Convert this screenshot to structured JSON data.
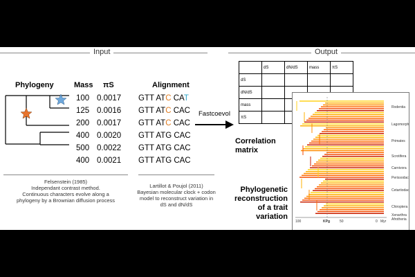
{
  "sections": {
    "input": "Input",
    "output": "Output"
  },
  "phylogeny_label": "Phylogeny",
  "table": {
    "headers": [
      "Mass",
      "πS",
      "Alignment"
    ],
    "rows": [
      {
        "mass": "100",
        "pis": "0.0017",
        "a1": "GTT AT",
        "c1": "C",
        "a2": " CA",
        "c2": "T",
        "a3": ""
      },
      {
        "mass": "125",
        "pis": "0.0016",
        "a1": "GTT AT",
        "c1": "C",
        "a2": " CAC",
        "c2": "",
        "a3": ""
      },
      {
        "mass": "200",
        "pis": "0.0017",
        "a1": "GTT AT",
        "c1": "C",
        "a2": " CAC",
        "c2": "",
        "a3": ""
      },
      {
        "mass": "400",
        "pis": "0.0020",
        "a1": "GTT ATG CAC",
        "c1": "",
        "a2": "",
        "c2": "",
        "a3": ""
      },
      {
        "mass": "500",
        "pis": "0.0022",
        "a1": "GTT ATG CAC",
        "c1": "",
        "a2": "",
        "c2": "",
        "a3": ""
      },
      {
        "mass": "400",
        "pis": "0.0021",
        "a1": "GTT ATG CAC",
        "c1": "",
        "a2": "",
        "c2": "",
        "a3": ""
      }
    ]
  },
  "arrow_label": "Fastcoevol",
  "correlation": {
    "headers": [
      "",
      "dS",
      "dN/dS",
      "mass",
      "πS"
    ],
    "row_labels": [
      "dS",
      "dN/dS",
      "mass",
      "πS"
    ],
    "caption": "Correlation matrix"
  },
  "notes": {
    "felsenstein": [
      "Felsenstein (1985)",
      "Independant contrast method.",
      "Continuous characters evolve along a",
      "phylogeny by a Brownian diffusion process"
    ],
    "lartillot": [
      "Lartillot & Poujol (2011)",
      "Bayesian molecular clock + codon",
      "model to reconstruct variation in",
      "dS and dN/dS"
    ]
  },
  "reconstruction_caption": "Phylogenetic reconstruction of a trait variation",
  "reconstruction_panel": {
    "clades": [
      "Rodentia",
      "Lagomorpha",
      "Primates",
      "Scrotifera",
      "Carnivora",
      "Perissodactyla",
      "Cetartiodactyla",
      "Chiroptera",
      "Xenarthra Afrotheria"
    ],
    "axis": {
      "left": "100",
      "kpg": "KPg",
      "mid": "50",
      "zero": "0",
      "unit": "Myr"
    }
  },
  "colors": {
    "orange_star": "#e8742c",
    "blue_star": "#6fa8dc",
    "orange_base": "#e07b1f",
    "blue_base": "#33a7c9"
  }
}
